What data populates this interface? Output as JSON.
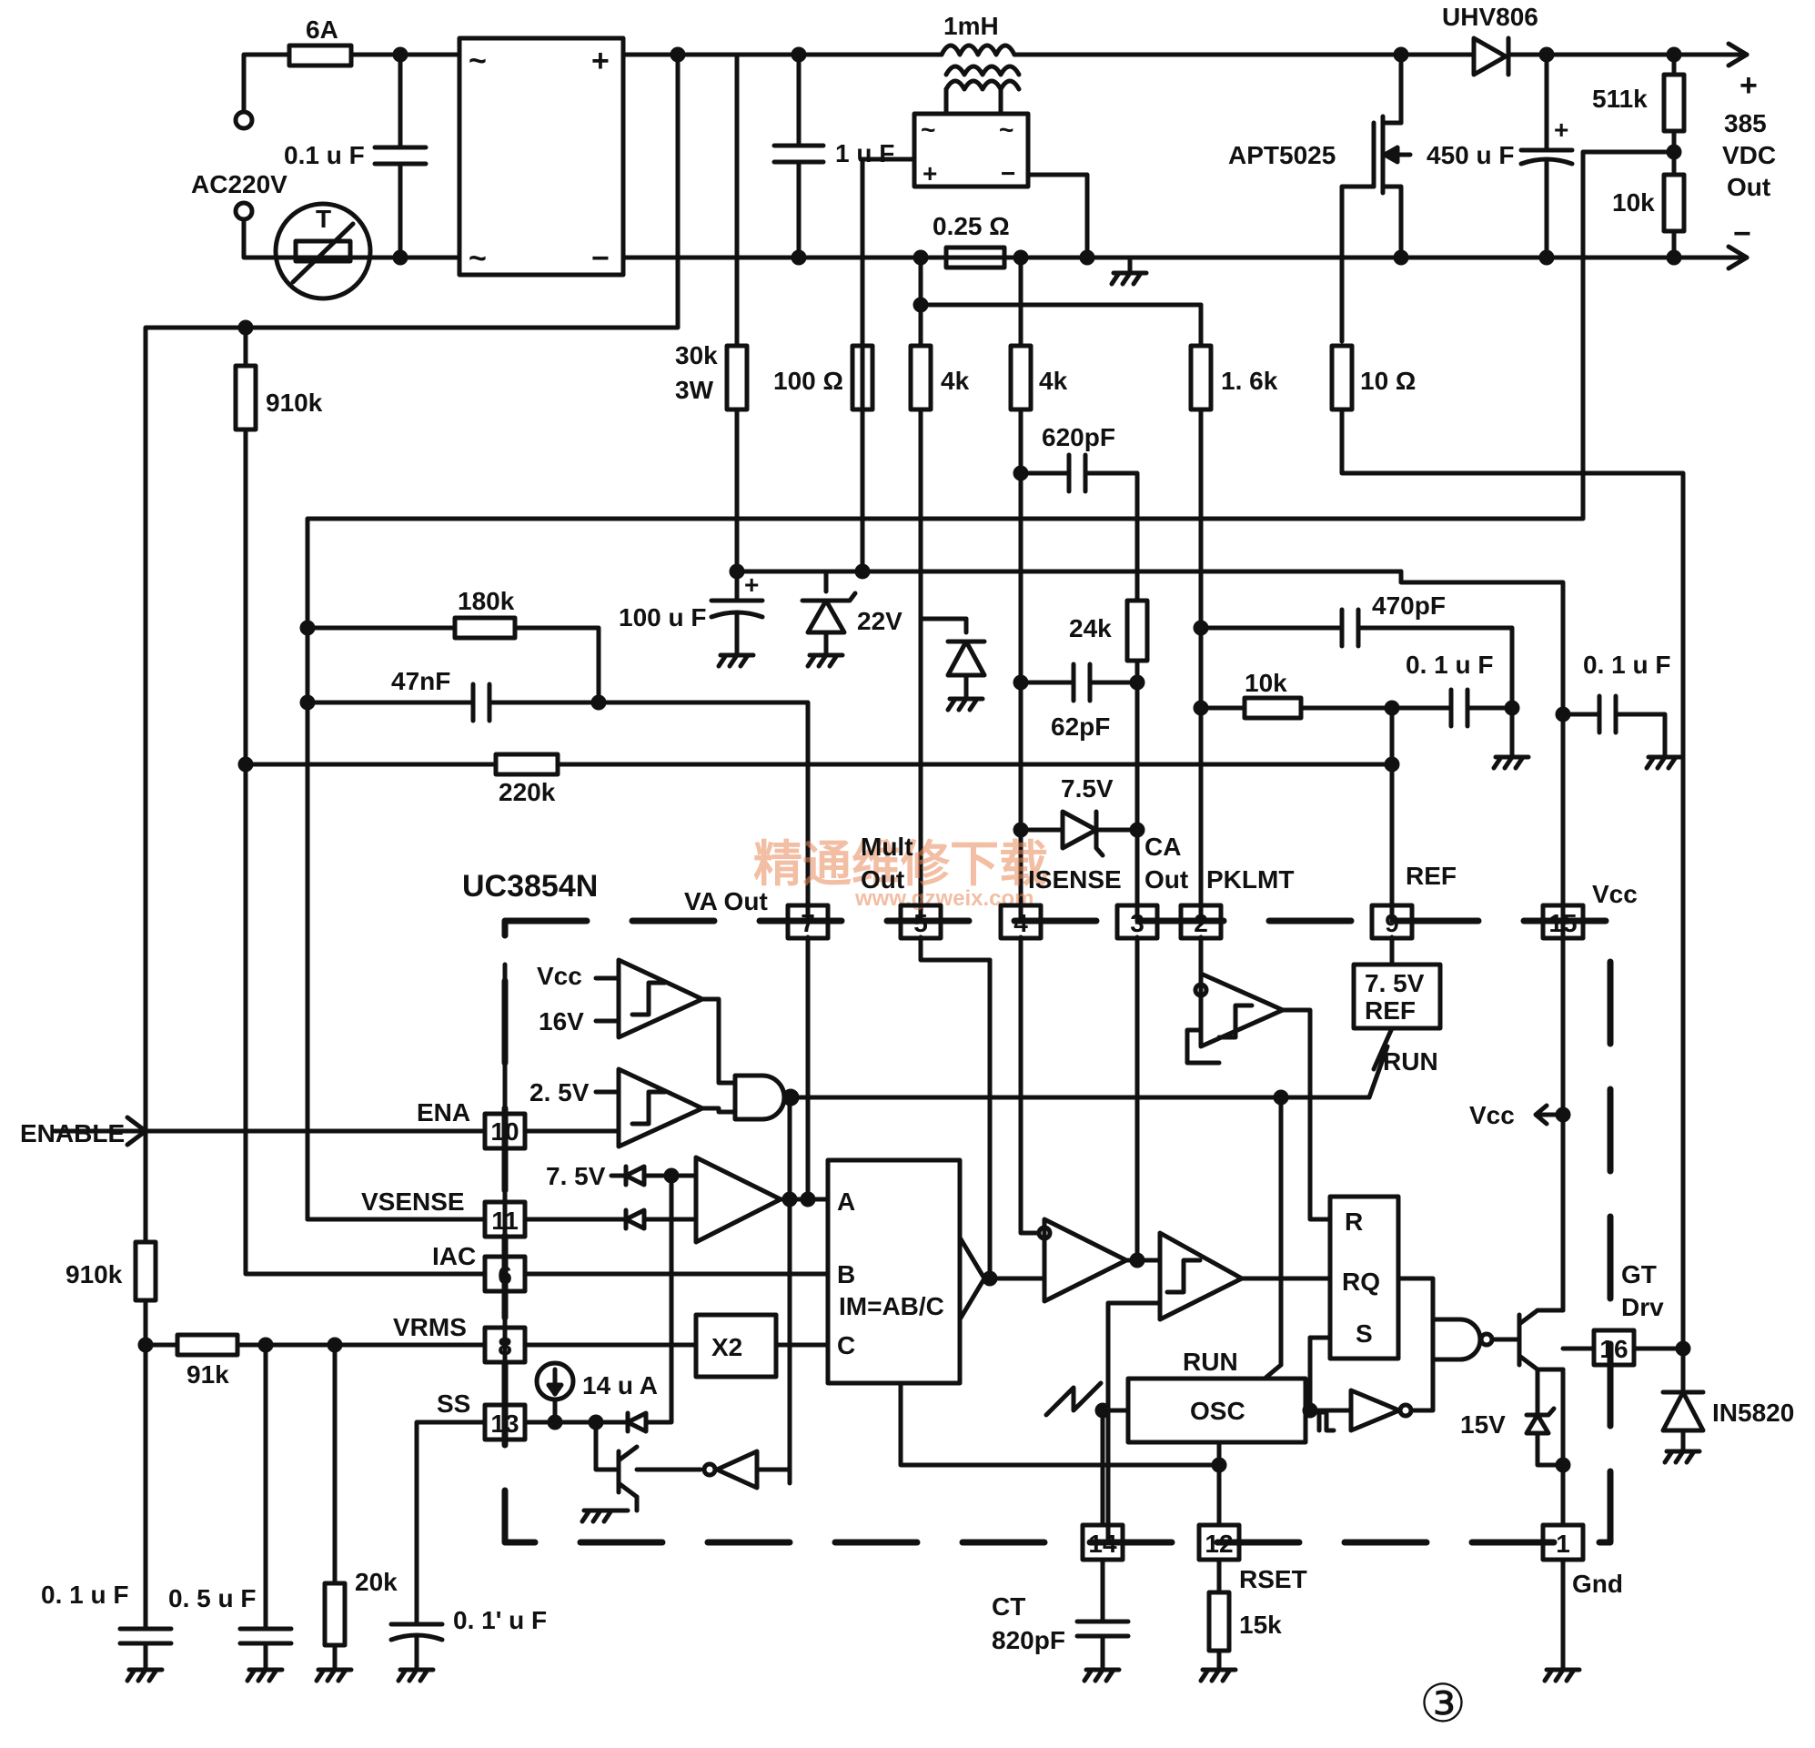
{
  "figure": {
    "chip": "UC3854N",
    "number": "③",
    "watermark": "精通维修下载",
    "watermark_url": "www.gzweix.com"
  },
  "power_stage": {
    "input": "AC220V",
    "fuse": "6A",
    "input_cap": "0.1 u F",
    "bulk_cap": "1 u F",
    "inductor": "1mH",
    "shunt": "0.25 Ω",
    "mosfet": "APT5025",
    "diode": "UHV806",
    "out_cap": "450 u F",
    "r_top": "511k",
    "r_bot": "10k",
    "out_plus": "+",
    "out_volt": "385",
    "out_vdc": "VDC",
    "out_label": "Out",
    "out_minus": "−",
    "bridge_ac1": "~",
    "bridge_ac2": "~",
    "bridge_plus": "+",
    "bridge_minus": "−",
    "therm": "T"
  },
  "resistors": {
    "r30k": "30k",
    "r30k_w": "3W",
    "r100": "100 Ω",
    "r4k_a": "4k",
    "r4k_b": "4k",
    "r1_6k": "1. 6k",
    "r10": "10 Ω",
    "r910k_top": "910k",
    "r180k": "180k",
    "r220k": "220k",
    "r24k": "24k",
    "r10k": "10k",
    "r910k_bot": "910k",
    "r91k": "91k",
    "r20k": "20k",
    "rset": "RSET",
    "rset_val": "15k"
  },
  "capacitors": {
    "c620p": "620pF",
    "c100u": "100 u F",
    "c47n": "47nF",
    "c62p": "62pF",
    "c470p": "470pF",
    "c0_1ref": "0. 1 u F",
    "c0_1vcc": "0. 1 u F",
    "c0_1a": "0. 1 u F",
    "c0_5": "0. 5 u F",
    "c0_1ss": "0. 1' u F",
    "ct": "CT",
    "ct_val": "820pF"
  },
  "diodes": {
    "z22": "22V",
    "z75": "7.5V",
    "d1n5820": "IN5820",
    "z15": "15V"
  },
  "pins": {
    "p7": "7",
    "p5": "5",
    "p4": "4",
    "p3": "3",
    "p2": "2",
    "p9": "9",
    "p15": "15",
    "p10": "10",
    "p11": "11",
    "p6": "6",
    "p8": "8",
    "p13": "13",
    "p14": "14",
    "p12": "12",
    "p1": "1",
    "p16": "16"
  },
  "pin_labels": {
    "va_out": "VA  Out",
    "mult1": "Mult",
    "mult2": "Out",
    "isense": "ISENSE",
    "ca1": "CA",
    "ca2": "Out",
    "pklmt": "PKLMT",
    "ref": "REF",
    "vcc": "Vcc",
    "ena": "ENA",
    "vsense": "VSENSE",
    "iac": "IAC",
    "vrms": "VRMS",
    "ss": "SS",
    "gnd": "Gnd",
    "gtdrv1": "GT",
    "gtdrv2": "Drv",
    "enable": "ENABLE"
  },
  "internal": {
    "vcc_cmp": "Vcc",
    "v16": "16V",
    "v25": "2. 5V",
    "v75": "7. 5V",
    "i14": "14 u A",
    "mult_a": "A",
    "mult_b": "B",
    "mult_c": "C",
    "mult_eq": "IM=AB/C",
    "x2": "X2",
    "ref_box1": "7. 5V",
    "ref_box2": "REF",
    "run1": "RUN",
    "run2": "RUN",
    "osc": "OSC",
    "ff_r": "R",
    "ff_rq": "RQ",
    "ff_s": "S",
    "vcc_arrow": "Vcc"
  }
}
